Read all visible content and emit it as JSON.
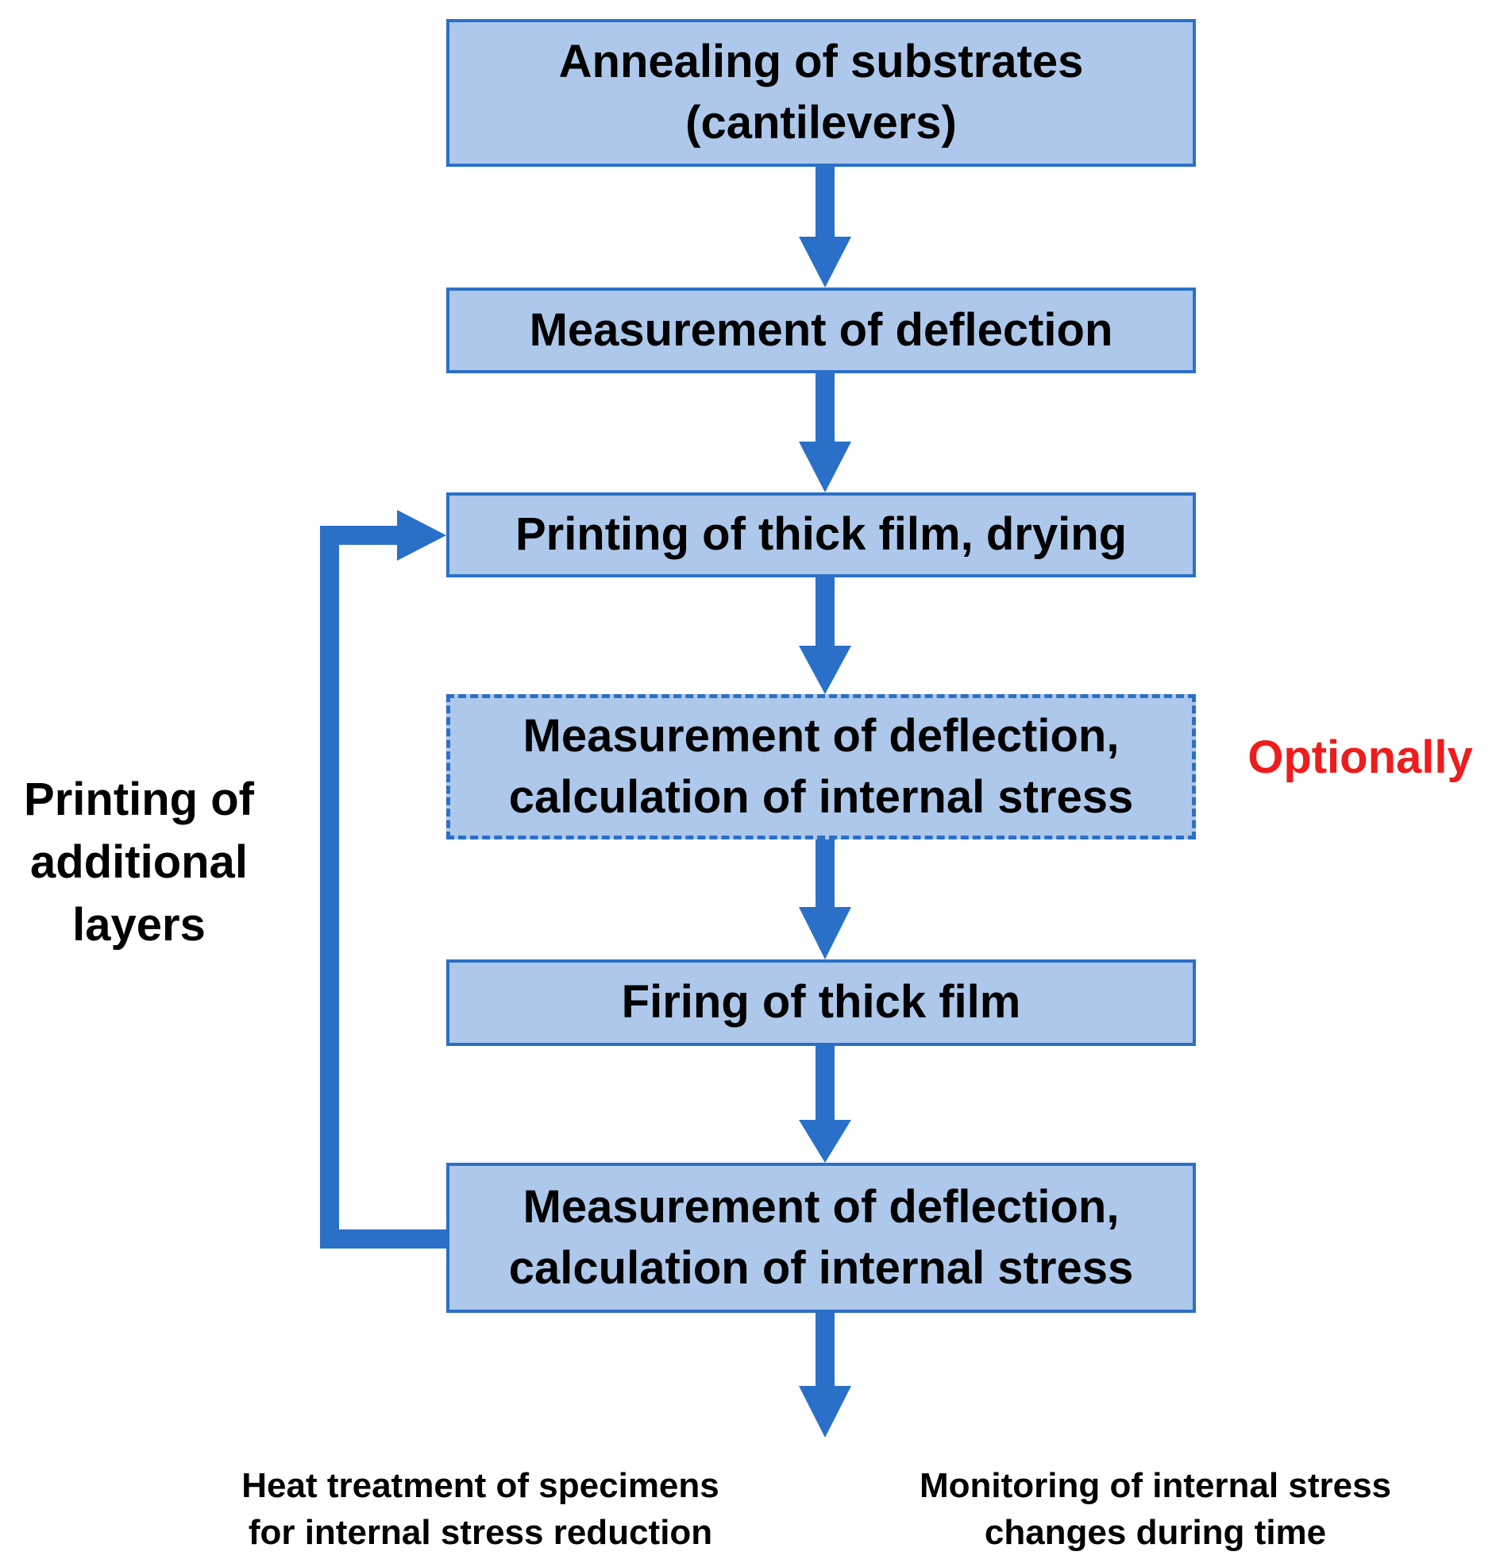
{
  "colors": {
    "box_fill": "#adc8ea",
    "box_border": "#2a70c8",
    "arrow": "#2a70c8",
    "optional_text": "#ee1c1c",
    "text": "#000000"
  },
  "steps": [
    {
      "lines": [
        "Annealing of substrates",
        "(cantilevers)"
      ],
      "style": "solid"
    },
    {
      "lines": [
        "Measurement of deflection"
      ],
      "style": "solid"
    },
    {
      "lines": [
        "Printing of thick film, drying"
      ],
      "style": "solid"
    },
    {
      "lines": [
        "Measurement of deflection,",
        "calculation of internal stress"
      ],
      "style": "dashed"
    },
    {
      "lines": [
        "Firing of thick film"
      ],
      "style": "solid"
    },
    {
      "lines": [
        "Measurement of deflection,",
        "calculation of internal stress"
      ],
      "style": "solid"
    }
  ],
  "optional_note": "Optionally",
  "loop_label": {
    "lines": [
      "Printing of",
      "additional",
      "layers"
    ]
  },
  "outcomes": [
    {
      "lines": [
        "Heat treatment of specimens",
        "for internal stress reduction"
      ]
    },
    {
      "lines": [
        "Monitoring of internal stress",
        "changes during time"
      ]
    }
  ],
  "edges": [
    {
      "from": 0,
      "to": 1
    },
    {
      "from": 1,
      "to": 2
    },
    {
      "from": 2,
      "to": 3
    },
    {
      "from": 3,
      "to": 4
    },
    {
      "from": 4,
      "to": 5
    },
    {
      "from": 5,
      "to": "outcomes",
      "type": "exit"
    },
    {
      "from": 5,
      "to": 2,
      "type": "loop",
      "label": "loop_label"
    }
  ]
}
